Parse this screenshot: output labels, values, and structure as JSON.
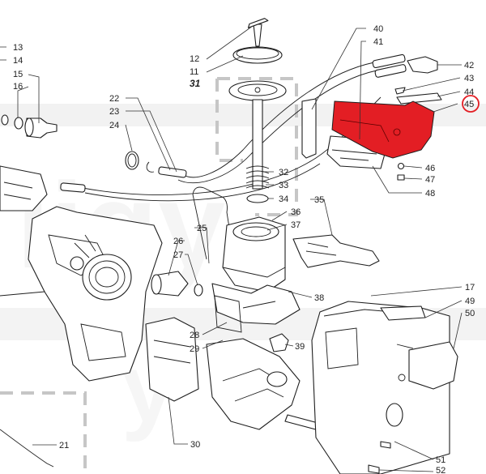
{
  "diagram": {
    "highlight_color": "#e31e24",
    "selection_ring_color": "#e31e24",
    "line_color": "#1e1e1e",
    "group_outline_color": "#c6c6c6",
    "callouts": [
      {
        "id": "13",
        "label": "13"
      },
      {
        "id": "14",
        "label": "14"
      },
      {
        "id": "15",
        "label": "15"
      },
      {
        "id": "16",
        "label": "16"
      },
      {
        "id": "12",
        "label": "12"
      },
      {
        "id": "11",
        "label": "11"
      },
      {
        "id": "31",
        "label": "31"
      },
      {
        "id": "22",
        "label": "22"
      },
      {
        "id": "23",
        "label": "23"
      },
      {
        "id": "24",
        "label": "24"
      },
      {
        "id": "40",
        "label": "40"
      },
      {
        "id": "41",
        "label": "41"
      },
      {
        "id": "42",
        "label": "42"
      },
      {
        "id": "43",
        "label": "43"
      },
      {
        "id": "44",
        "label": "44"
      },
      {
        "id": "45",
        "label": "45"
      },
      {
        "id": "46",
        "label": "46"
      },
      {
        "id": "47",
        "label": "47"
      },
      {
        "id": "48",
        "label": "48"
      },
      {
        "id": "32",
        "label": "32"
      },
      {
        "id": "33",
        "label": "33"
      },
      {
        "id": "34",
        "label": "34"
      },
      {
        "id": "35",
        "label": "35"
      },
      {
        "id": "36",
        "label": "36"
      },
      {
        "id": "37",
        "label": "37"
      },
      {
        "id": "25",
        "label": "25"
      },
      {
        "id": "26",
        "label": "26"
      },
      {
        "id": "27",
        "label": "27"
      },
      {
        "id": "38",
        "label": "38"
      },
      {
        "id": "17",
        "label": "17"
      },
      {
        "id": "49",
        "label": "49"
      },
      {
        "id": "50",
        "label": "50"
      },
      {
        "id": "28",
        "label": "28"
      },
      {
        "id": "29",
        "label": "29"
      },
      {
        "id": "39",
        "label": "39"
      },
      {
        "id": "30",
        "label": "30"
      },
      {
        "id": "21",
        "label": "21"
      },
      {
        "id": "51",
        "label": "51"
      },
      {
        "id": "52",
        "label": "52"
      }
    ],
    "highlighted_part": "45"
  }
}
